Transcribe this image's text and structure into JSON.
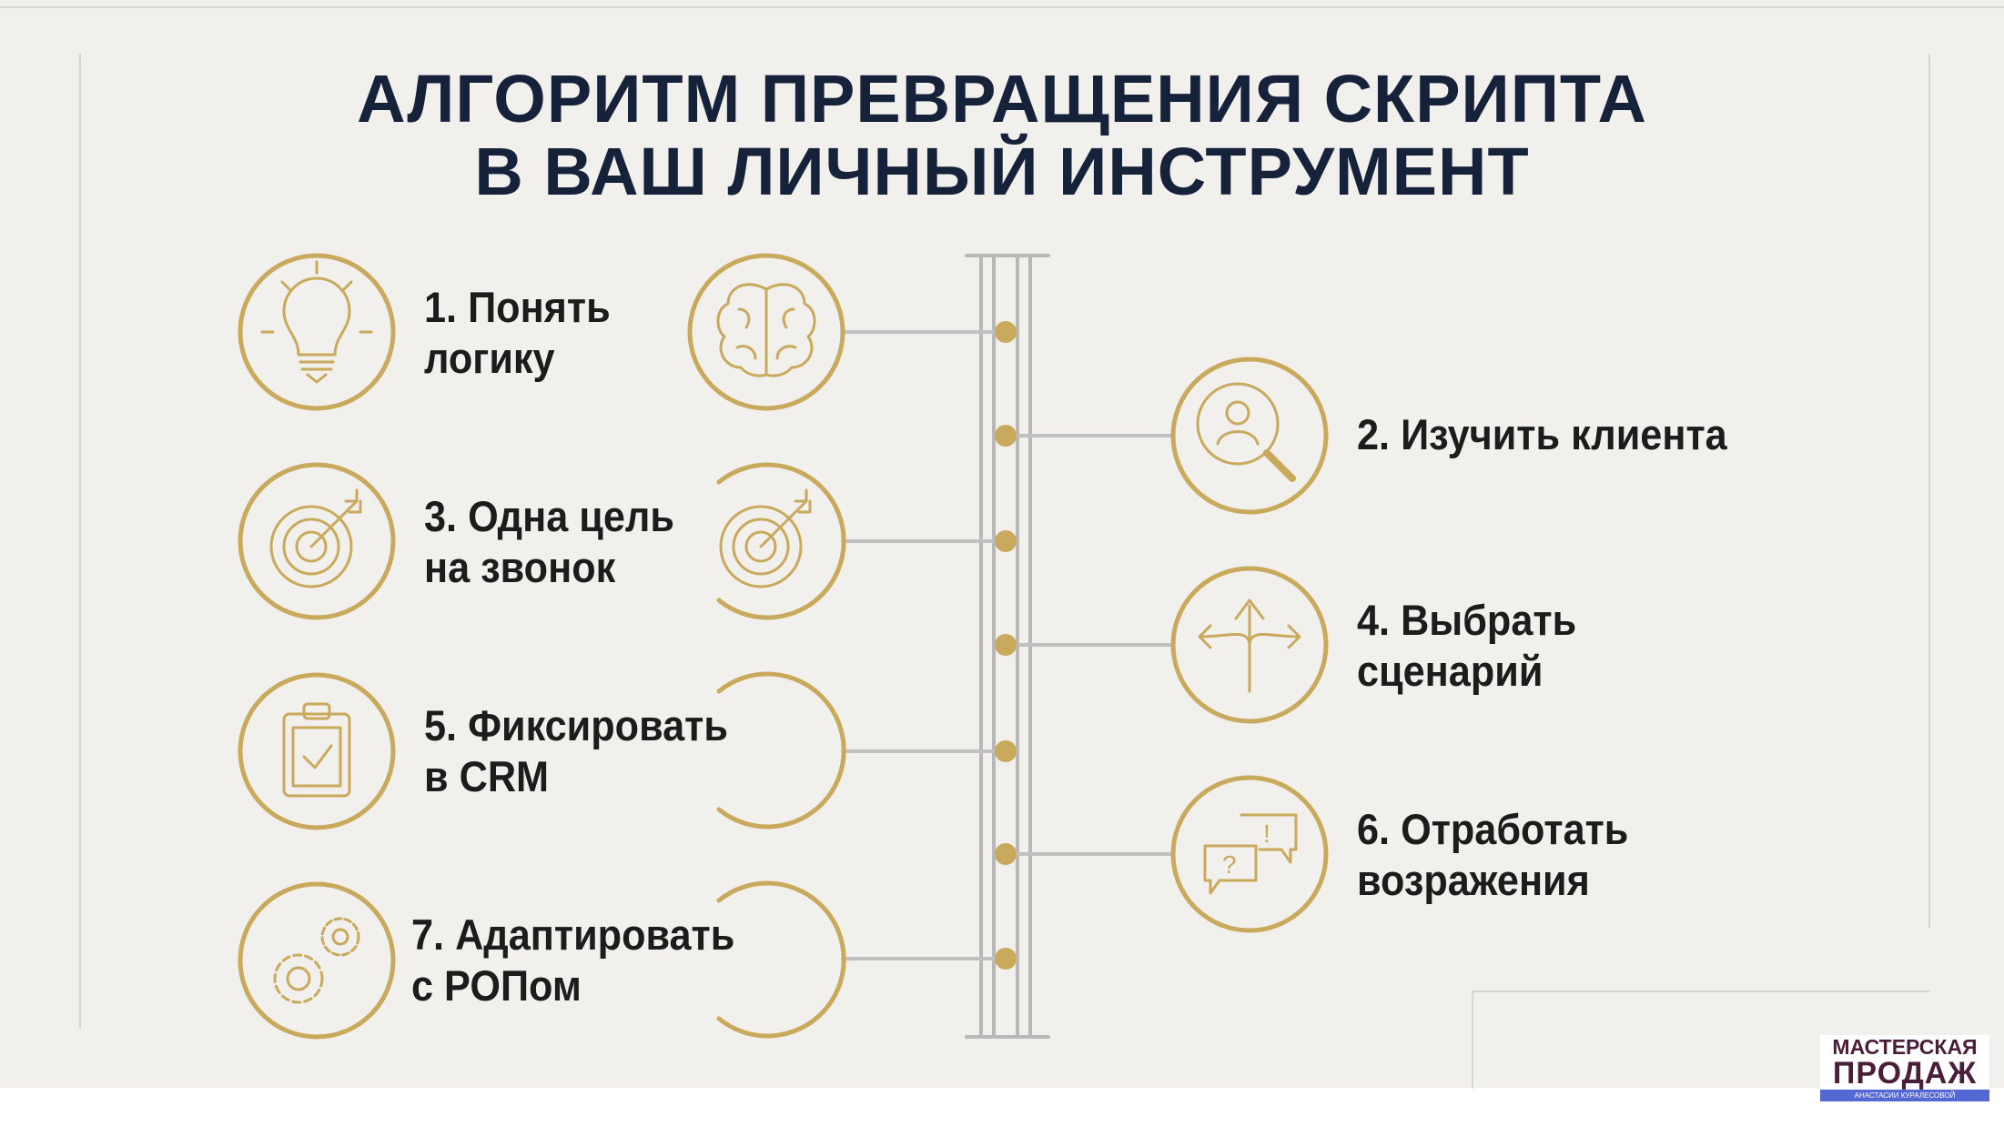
{
  "title": {
    "line1": "АЛГОРИТМ ПРЕВРАЩЕНИЯ СКРИПТА",
    "line2": "В ВАШ ЛИЧНЫЙ ИНСТРУМЕНТ"
  },
  "steps": [
    {
      "line1": "1. Понять",
      "line2": "логику",
      "icon": "lightbulb-icon"
    },
    {
      "line1": "2. Изучить клиента",
      "line2": "",
      "icon": "user-search-icon"
    },
    {
      "line1": "3. Одна цель",
      "line2": "на звонок",
      "icon": "target-icon"
    },
    {
      "line1": "4. Выбрать",
      "line2": "сценарий",
      "icon": "split-arrows-icon"
    },
    {
      "line1": "5. Фиксировать",
      "line2": "в CRM",
      "icon": "clipboard-check-icon"
    },
    {
      "line1": "6. Отработать",
      "line2": "возражения",
      "icon": "chat-question-icon"
    },
    {
      "line1": "7. Адаптировать",
      "line2": "с РОПом",
      "icon": "gears-icon"
    }
  ],
  "logo": {
    "line1": "МАСТЕРСКАЯ",
    "line2": "ПРОДАЖ",
    "line3": "АНАСТАСИИ КУРАЛЕСОВОЙ"
  },
  "colors": {
    "gold": "#c9a95c",
    "navy": "#16213a",
    "spine": "#b5b5b5"
  }
}
